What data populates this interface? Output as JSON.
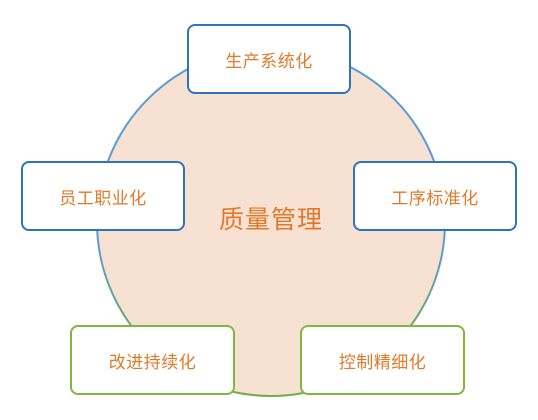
{
  "center": {
    "label": "质量管理"
  },
  "nodes": {
    "top": "生产系统化",
    "left": "员工职业化",
    "right": "工序标准化",
    "bottom_left": "改进持续化",
    "bottom_right": "控制精细化"
  },
  "colors": {
    "circle_fill": "#f7e1d3",
    "arc_blue": "#5b9bd5",
    "arc_green": "#70ad47",
    "text_orange": "#e07a2a",
    "box_blue": "#2f74b8",
    "box_green": "#82b540"
  }
}
